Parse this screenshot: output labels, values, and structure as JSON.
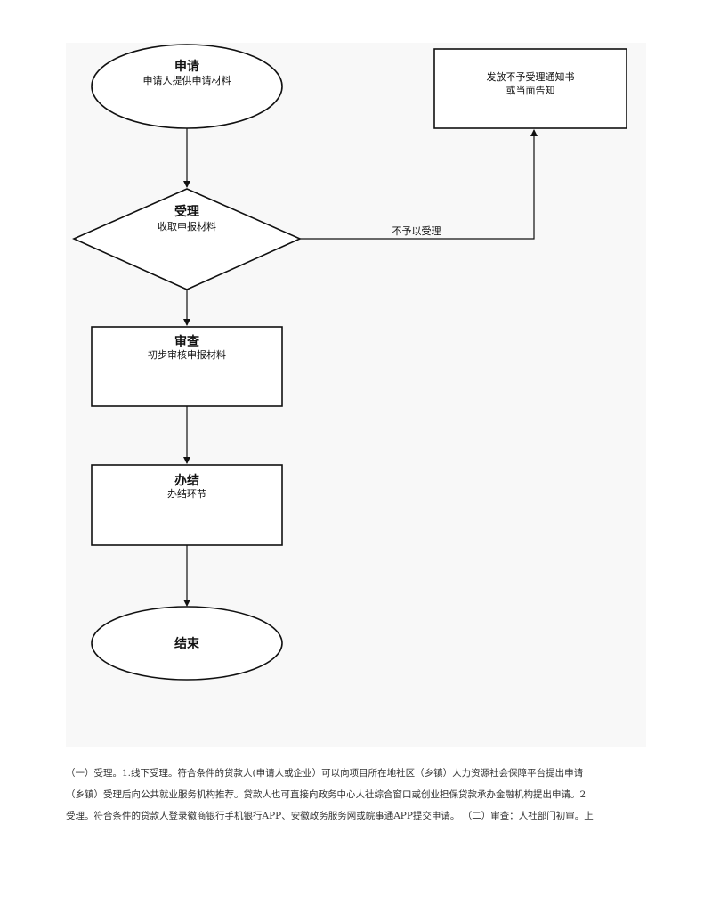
{
  "diagram": {
    "nodes": {
      "apply": {
        "title": "申请",
        "sub": "申请人提供申请材料"
      },
      "accept": {
        "title": "受理",
        "sub": "收取申报材料"
      },
      "reject": {
        "line1": "发放不予受理通知书",
        "line2": "或当面告知"
      },
      "review": {
        "title": "审查",
        "sub": "初步审核申报材料"
      },
      "settle": {
        "title": "办结",
        "sub": "办结环节"
      },
      "end": {
        "title": "结束"
      }
    },
    "edges": {
      "reject_label": "不予以受理"
    }
  },
  "paragraph": {
    "lines": [
      "（一）受理。1.线下受理。符合条件的贷款人(申请人或企业）可以向项目所在地社区（乡镇）人力资源社会保障平台提出申请",
      "（乡镇）受理后向公共就业服务机构推荐。贷款人也可直接向政务中心人社综合窗口或创业担保贷款承办金融机构提出申请。2",
      "受理。符合条件的贷款人登录徽商银行手机银行APP、安徽政务服务网或皖事通APP提交申请。 （二）审查：人社部门初审。上"
    ]
  }
}
